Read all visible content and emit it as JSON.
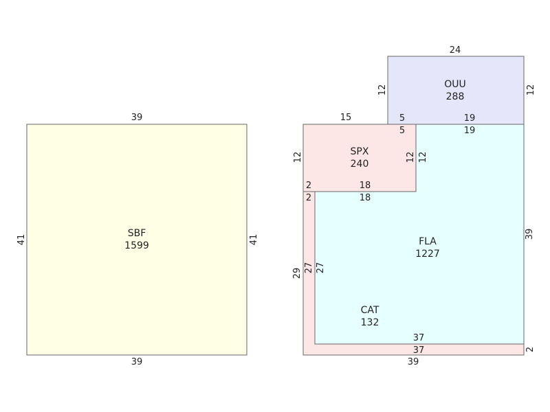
{
  "colors": {
    "yellow": "#ffffe6",
    "pink": "#fde6e6",
    "lavender": "#e6e6fa",
    "cyan": "#e6ffff",
    "outline": "#666666"
  },
  "areas": {
    "sbf": {
      "name": "SBF",
      "value": "1599",
      "dims": {
        "top": "39",
        "bottom": "39",
        "left": "41",
        "right": "41"
      }
    },
    "ouu": {
      "name": "OUU",
      "value": "288",
      "dims": {
        "top": "24",
        "left": "12",
        "right": "12",
        "bottom_a": "5",
        "bottom_b": "19"
      }
    },
    "spx": {
      "name": "SPX",
      "value": "240",
      "dims": {
        "top": "15",
        "left": "12",
        "right": "12",
        "bottom_a": "2",
        "bottom_b": "18"
      }
    },
    "fla": {
      "name": "FLA",
      "value": "1227",
      "dims": {
        "top_a": "5",
        "top_b": "19",
        "left_upper": "12",
        "under_spx_a": "2",
        "under_spx_b": "18",
        "left": "27",
        "right": "39",
        "bottom": "37"
      }
    },
    "cat": {
      "name": "CAT",
      "value": "132",
      "dims": {
        "left": "29",
        "inner_left": "27",
        "inner_bottom": "37",
        "bottom": "39",
        "right": "2"
      }
    }
  }
}
